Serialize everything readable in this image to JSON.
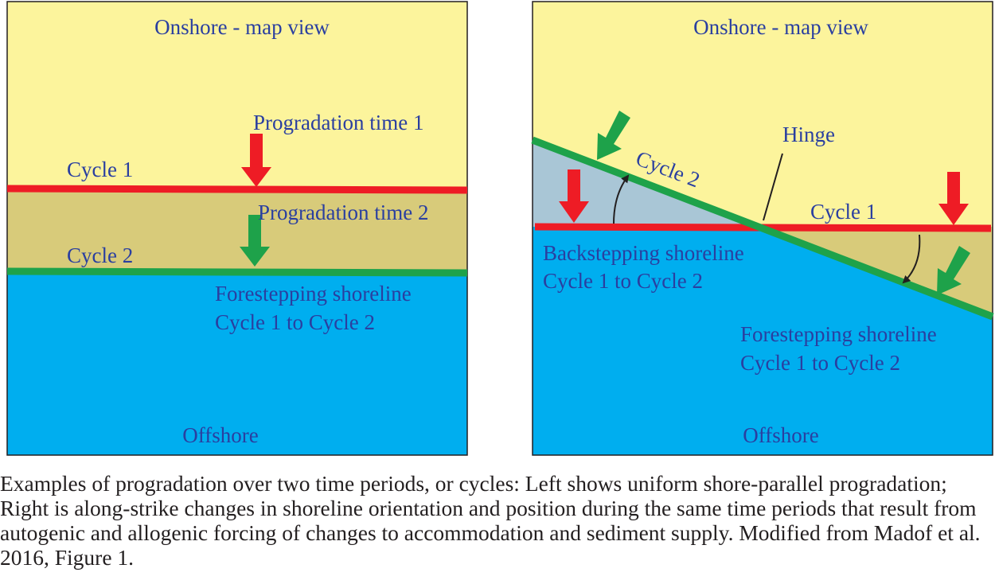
{
  "left_panel": {
    "onshore_label": "Onshore - map view",
    "offshore_label": "Offshore",
    "progradation_time_1": "Progradation time 1",
    "progradation_time_2": "Progradation time 2",
    "cycle_1_label": "Cycle 1",
    "cycle_2_label": "Cycle 2",
    "shoreline_label_line1": "Forestepping shoreline",
    "shoreline_label_line2": "Cycle 1 to Cycle 2"
  },
  "right_panel": {
    "onshore_label": "Onshore - map view",
    "offshore_label": "Offshore",
    "hinge_label": "Hinge",
    "cycle_1_label": "Cycle 1",
    "cycle_2_label": "Cycle 2",
    "backstep_label_line1": "Backstepping shoreline",
    "backstep_label_line2": "Cycle 1 to Cycle 2",
    "forestep_label_line1": "Forestepping shoreline",
    "forestep_label_line2": "Cycle 1 to Cycle 2"
  },
  "colors": {
    "onshore": "#fcf49c",
    "offshore": "#00aeef",
    "transition_fill": "#d8cb7a",
    "backstep_fill": "#a9c6d6",
    "cycle_1_line": "#ee1c25",
    "cycle_2_line": "#1ea24a",
    "label_text": "#2a3fa0"
  },
  "caption": "Examples of progradation over two time periods, or cycles: Left shows uniform shore-parallel progradation; Right is along-strike changes in shoreline orientation and position during the same time periods that result from autogenic and allogenic forcing of changes to accommodation and sediment supply. Modified from Madof et al. 2016, Figure 1."
}
